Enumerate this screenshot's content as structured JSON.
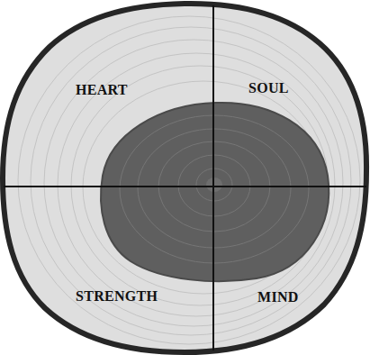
{
  "diagram": {
    "labels": [
      "HEART",
      "SOUL",
      "STRENGTH",
      "MIND"
    ]
  }
}
